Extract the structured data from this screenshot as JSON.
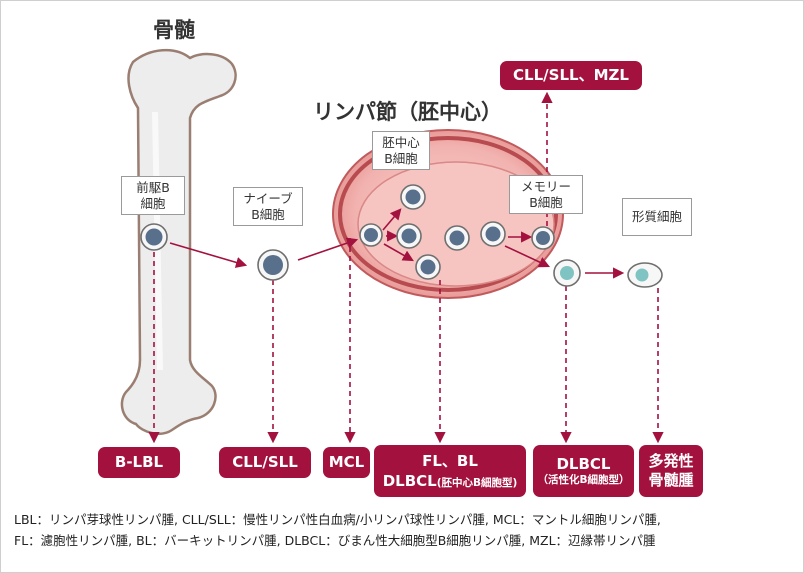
{
  "titles": {
    "bone_marrow": "骨髄",
    "lymph_node": "リンパ節（胚中心）"
  },
  "cells": {
    "pre_b": [
      "前駆B",
      "細胞"
    ],
    "naive_b": [
      "ナイーブ",
      "B細胞"
    ],
    "germinal_b": [
      "胚中心",
      "B細胞"
    ],
    "memory_b": [
      "メモリー",
      "B細胞"
    ],
    "plasma": [
      "形質細胞"
    ]
  },
  "diseases": {
    "b_lbl": "B-LBL",
    "cll_sll": "CLL/SLL",
    "mcl": "MCL",
    "fl_bl": "FL、BL",
    "dlbcl_gc": "DLBCL",
    "dlbcl_gc_sub": "(胚中心B細胞型)",
    "dlbcl_abc": "DLBCL",
    "dlbcl_abc_sub": "（活性化B細胞型）",
    "mm_line1": "多発性",
    "mm_line2": "骨髄腫",
    "top": "CLL/SLL、MZL"
  },
  "footnote": {
    "line1": "LBL：リンパ芽球性リンパ腫, CLL/SLL：慢性リンパ性白血病/小リンパ球性リンパ腫, MCL：マントル細胞リンパ腫,",
    "line2": "FL：濾胞性リンパ腫, BL：バーキットリンパ腫, DLBCL：びまん性大細胞型B細胞リンパ腫, MZL：辺縁帯リンパ腫"
  },
  "colors": {
    "accent": "#a3123f",
    "bone": "#ececec",
    "bone_outline": "#9b7e72",
    "node_fill": "#f2b3b0",
    "node_rim": "#b84b4f",
    "cell_nucleus": "#58708c",
    "plasma_nucleus": "#7fc4c2"
  }
}
